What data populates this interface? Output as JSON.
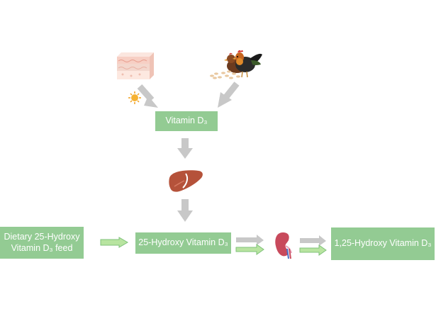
{
  "diagram": {
    "nodes": {
      "vitamin_d3": "Vitamin D₃",
      "dietary_feed": "Dietary 25-Hydroxy\nVitamin D₃ feed",
      "hydroxy_25": "25-Hydroxy Vitamin D₃",
      "hydroxy_125": "1,25-Hydroxy Vitamin D₃"
    },
    "icons": [
      "skin-icon",
      "sun-icon",
      "chicken-icon",
      "feed-grains-icon",
      "liver-icon",
      "kidney-icon"
    ],
    "colors": {
      "box_fill": "#93cb93",
      "box_text": "#ffffff",
      "arrow_gray": "#c8c8c8",
      "arrow_green_fill": "#b8e4a0",
      "arrow_green_stroke": "#7fc27a",
      "liver": "#b5523a",
      "kidney": "#c84a5c"
    }
  }
}
